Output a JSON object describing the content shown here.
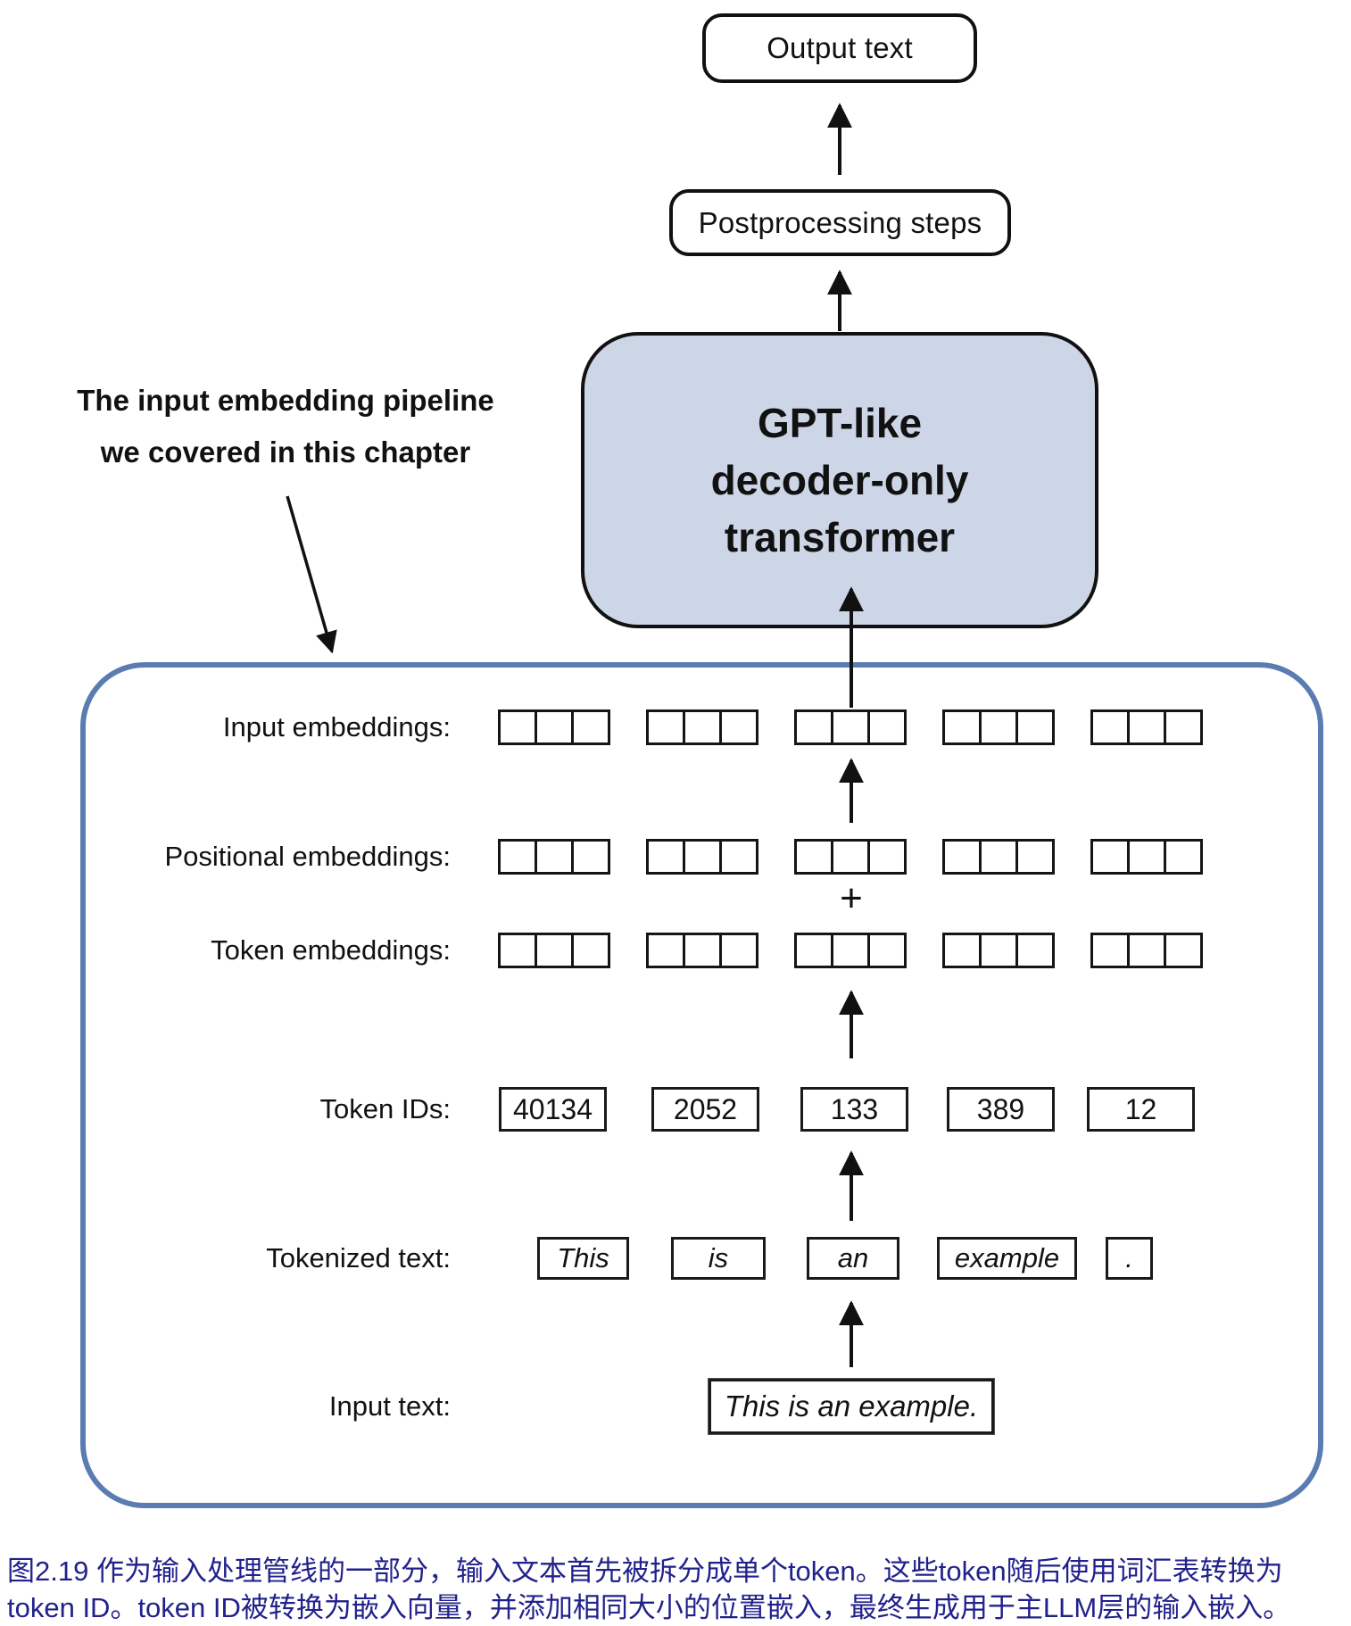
{
  "colors": {
    "container_border": "#5b7cb0",
    "gpt_fill": "#ccd6e7",
    "caption": "#21218c"
  },
  "top": {
    "output_text": "Output text",
    "postprocessing": "Postprocessing steps",
    "gpt_line1": "GPT-like",
    "gpt_line2": "decoder-only",
    "gpt_line3": "transformer"
  },
  "annotation": {
    "line1": "The input embedding pipeline",
    "line2": "we covered in this chapter"
  },
  "pipeline": {
    "input_embeddings": {
      "label": "Input embeddings:",
      "groups": 5,
      "cells_per_group": 3
    },
    "positional_embeddings": {
      "label": "Positional embeddings:",
      "groups": 5,
      "cells_per_group": 3
    },
    "token_embeddings": {
      "label": "Token embeddings:",
      "groups": 5,
      "cells_per_group": 3
    },
    "plus_sign": "+",
    "token_ids": {
      "label": "Token IDs:",
      "values": [
        "40134",
        "2052",
        "133",
        "389",
        "12"
      ]
    },
    "tokenized": {
      "label": "Tokenized text:",
      "tokens": [
        "This",
        "is",
        "an",
        "example",
        "."
      ]
    },
    "input_text": {
      "label": "Input text:",
      "value": "This is an example."
    }
  },
  "caption": {
    "line1": "图2.19 作为输入处理管线的一部分，输入文本首先被拆分成单个token。这些token随后使用词汇表转换为",
    "line2": "token ID。token ID被转换为嵌入向量，并添加相同大小的位置嵌入，最终生成用于主LLM层的输入嵌入。"
  }
}
